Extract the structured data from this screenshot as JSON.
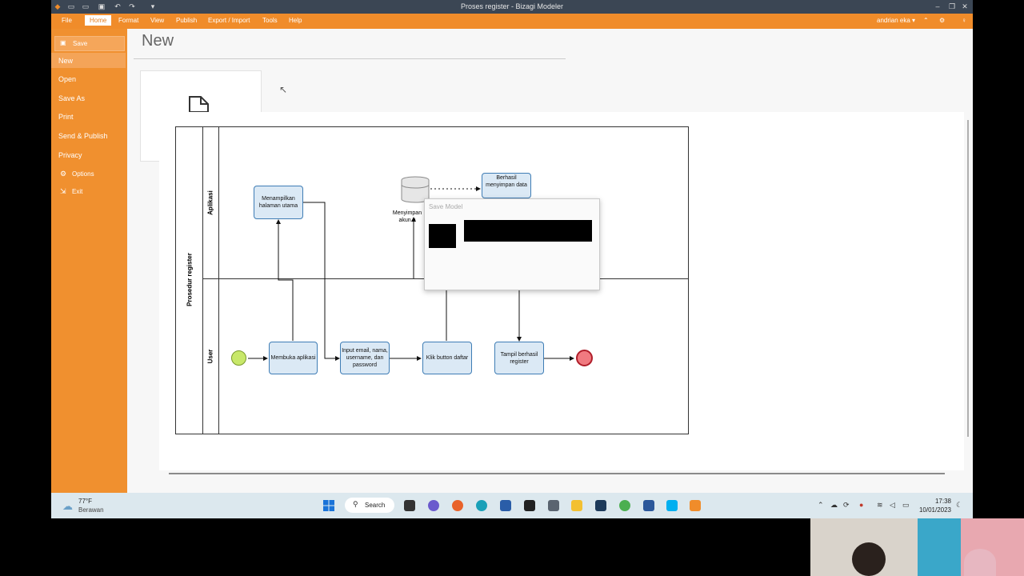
{
  "window": {
    "title": "Proses register - Bizagi Modeler",
    "user": "andrian eka",
    "user_caret": "▾"
  },
  "ribbon": {
    "tabs": [
      "File",
      "Home",
      "Format",
      "View",
      "Publish",
      "Export / Import",
      "Tools",
      "Help"
    ],
    "active_tab": "Home"
  },
  "file_menu": {
    "items": [
      "Save",
      "New",
      "Open",
      "Save As",
      "Print",
      "Send & Publish",
      "Privacy",
      "Options",
      "Exit"
    ],
    "active_item": "New"
  },
  "backstage": {
    "heading": "New"
  },
  "diagram": {
    "pool_label": "Prosedur register",
    "lane_top": "Aplikasi",
    "lane_bottom": "User",
    "tasks": {
      "menampilkan": "Menampilkan halaman utama",
      "berhasil": "Berhasil menyimpan data",
      "menyimpan": "Menyimpan akun u",
      "membuka": "Membuka aplikasi",
      "input": "Input email, nama, username, dan password",
      "klik": "Klik button daftar",
      "tampil": "Tampil berhasil register"
    }
  },
  "dialog": {
    "title": "Save Model"
  },
  "taskbar": {
    "weather_temp": "77°F",
    "weather_desc": "Berawan",
    "search_label": "Search",
    "time": "17:38",
    "date": "10/01/2023"
  },
  "colors": {
    "accent": "#f08c2a",
    "task_border": "#3f7db5",
    "task_fill": "#dbe9f5",
    "start_event": "#c8e86a",
    "end_event": "#f07a80"
  }
}
